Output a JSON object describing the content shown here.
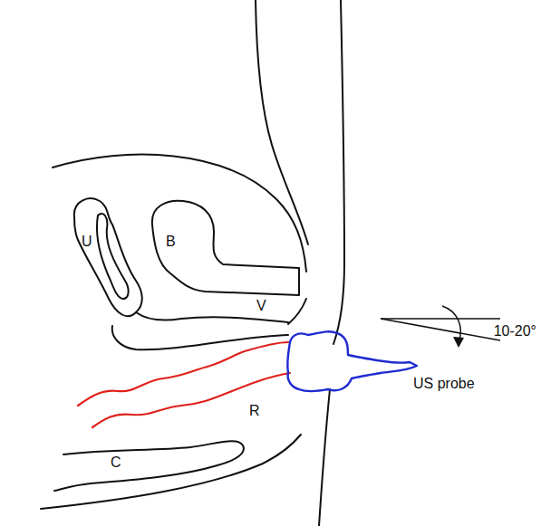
{
  "diagram": {
    "labels": [
      "U",
      "B",
      "V",
      "R",
      "C",
      "US probe",
      "10-20°"
    ]
  }
}
